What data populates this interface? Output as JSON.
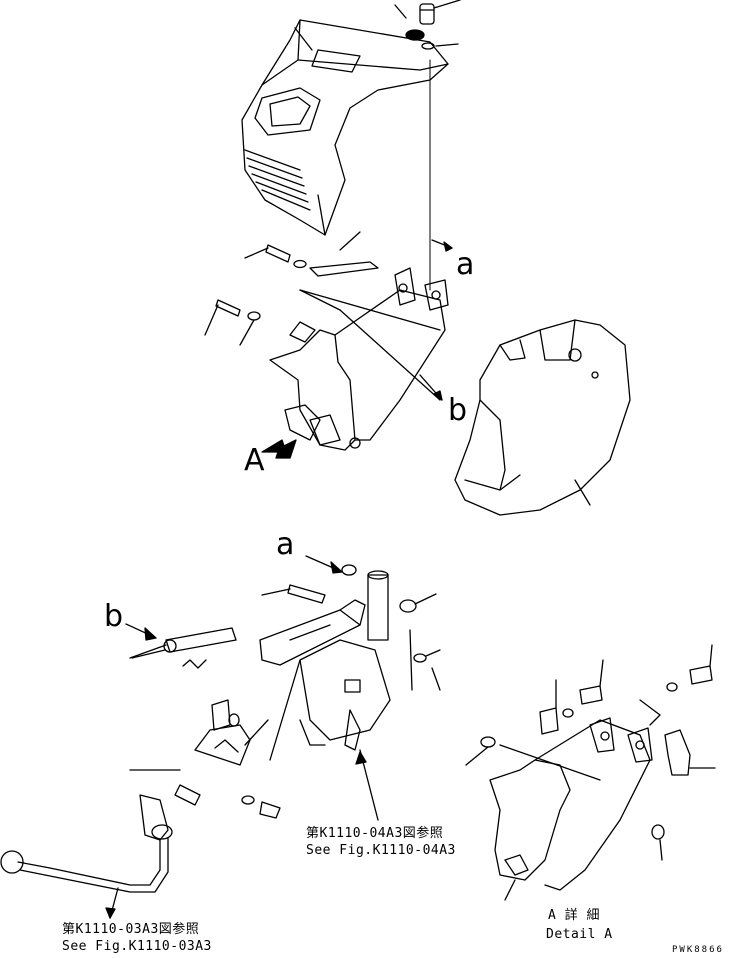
{
  "labels": {
    "a_top": "a",
    "b_top": "b",
    "A_view": "A",
    "a_detail": "a",
    "b_detail": "b"
  },
  "references": {
    "ref_04a3_jp": "第K1110-04A3図参照",
    "ref_04a3_en": "See Fig.K1110-04A3",
    "ref_03a3_jp": "第K1110-03A3図参照",
    "ref_03a3_en": "See Fig.K1110-03A3",
    "detail_jp": "A 詳 細",
    "detail_en": "Detail A"
  },
  "drawing_code": "PWK8866"
}
